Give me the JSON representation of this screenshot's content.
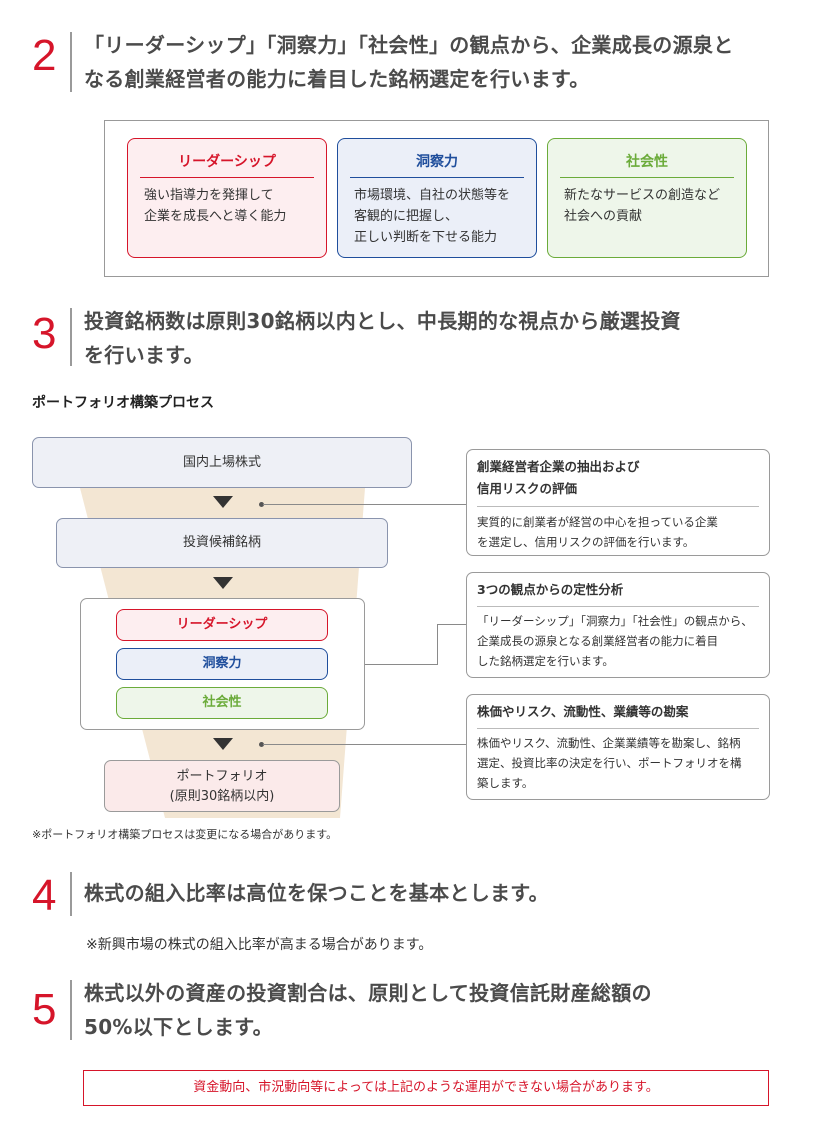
{
  "sections": [
    {
      "num": "2",
      "lines": [
        "「リーダーシップ」「洞察力」「社会性」の観点から、企業成長の源泉と",
        "なる創業経営者の能力に着目した銘柄選定を行います。"
      ]
    },
    {
      "num": "3",
      "lines": [
        "投資銘柄数は原則30銘柄以内とし、中長期的な視点から厳選投資",
        "を行います。"
      ]
    },
    {
      "num": "4",
      "lines": [
        "株式の組入比率は高位を保つことを基本とします。"
      ]
    },
    {
      "num": "5",
      "lines": [
        "株式以外の資産の投資割合は、原則として投資信託財産総額の",
        "50%以下とします。"
      ]
    }
  ],
  "cards": [
    {
      "title": "リーダーシップ",
      "lines": [
        "強い指導力を発揮して",
        "企業を成長へと導く能力"
      ],
      "color": "#d6152a"
    },
    {
      "title": "洞察力",
      "lines": [
        "市場環境、自社の状態等を",
        "客観的に把握し、",
        "正しい判断を下せる能力"
      ],
      "color": "#1f4e9c"
    },
    {
      "title": "社会性",
      "lines": [
        "新たなサービスの創造など",
        "社会への貢献"
      ],
      "color": "#6bab3a"
    }
  ],
  "process": {
    "title": "ポートフォリオ構築プロセス",
    "stage1": "国内上場株式",
    "stage2": "投資候補銘柄",
    "pills": [
      "リーダーシップ",
      "洞察力",
      "社会性"
    ],
    "final_lines": [
      "ポートフォリオ",
      "(原則30銘柄以内)"
    ],
    "notes": [
      {
        "title_lines": [
          "創業経営者企業の抽出および",
          "信用リスクの評価"
        ],
        "body_lines": [
          "実質的に創業者が経営の中心を担っている企業",
          "を選定し、信用リスクの評価を行います。"
        ]
      },
      {
        "title_lines": [
          "3つの観点からの定性分析"
        ],
        "body_lines": [
          "「リーダーシップ」「洞察力」「社会性」の観点から、",
          "企業成長の源泉となる創業経営者の能力に着目",
          "した銘柄選定を行います。"
        ]
      },
      {
        "title_lines": [
          "株価やリスク、流動性、業績等の勘案"
        ],
        "body_lines": [
          "株価やリスク、流動性、企業業績等を勘案し、銘柄",
          "選定、投資比率の決定を行い、ポートフォリオを構",
          "築します。"
        ]
      }
    ],
    "footnote": "※ポートフォリオ構築プロセスは変更になる場合があります。"
  },
  "note4": "※新興市場の株式の組入比率が高まる場合があります。",
  "bottom_notice": "資金動向、市況動向等によっては上記のような運用ができない場合があります。"
}
